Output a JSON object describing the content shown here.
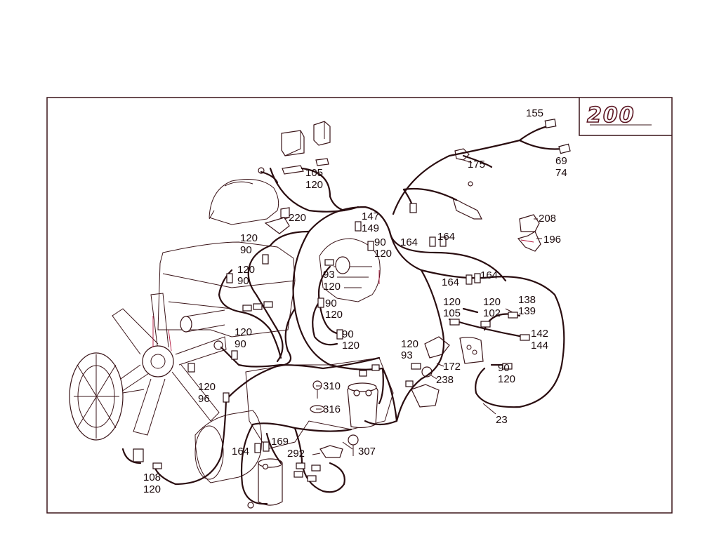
{
  "model_badge": "200",
  "labels": {
    "l155": "155",
    "l175": "175",
    "l69": "69",
    "l74": "74",
    "l105a": "105",
    "l120a": "120",
    "l220": "220",
    "l147": "147",
    "l149": "149",
    "l208": "208",
    "l196": "196",
    "l164a": "164",
    "l164b": "164",
    "l120b": "120",
    "l90b": "90",
    "l90c": "90",
    "l120c": "120",
    "l120d": "120",
    "l90d": "90",
    "l93a": "93",
    "l120e": "120",
    "l90e": "90",
    "l120f": "120",
    "l164c": "164",
    "l164d": "164",
    "l120g": "120",
    "l105b": "105",
    "l120h": "120",
    "l102": "102",
    "l138": "138",
    "l139": "139",
    "l90f": "90",
    "l120i": "120",
    "l142": "142",
    "l144": "144",
    "l120j": "120",
    "l90g": "90",
    "l120k": "120",
    "l93b": "93",
    "l172": "172",
    "l238": "238",
    "l90h": "90",
    "l120l": "120",
    "l310": "310",
    "l120m": "120",
    "l96": "96",
    "l316": "316",
    "l23": "23",
    "l169": "169",
    "l164e": "164",
    "l292": "292",
    "l307": "307",
    "l108": "108",
    "l120n": "120"
  }
}
